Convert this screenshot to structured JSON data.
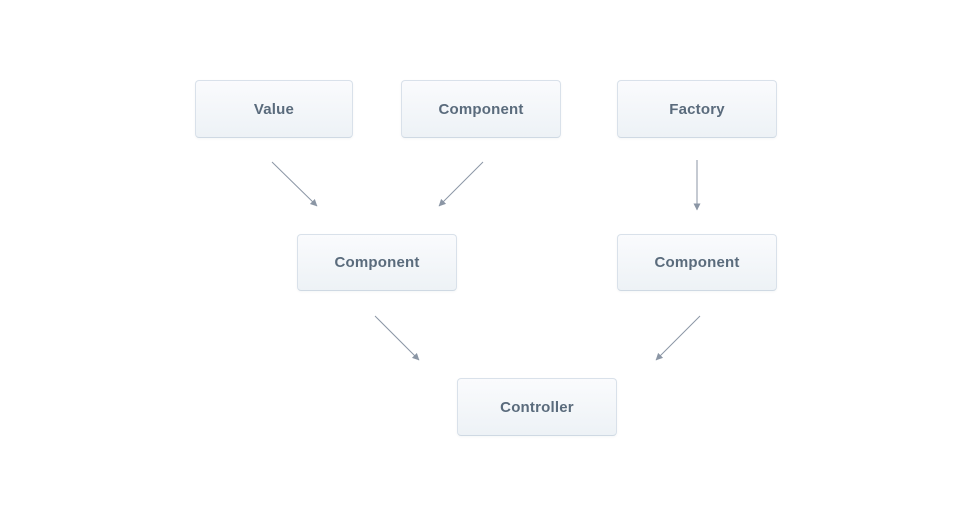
{
  "diagram": {
    "title": "",
    "nodes": [
      {
        "id": "value",
        "label": "Value"
      },
      {
        "id": "component-top",
        "label": "Component"
      },
      {
        "id": "factory",
        "label": "Factory"
      },
      {
        "id": "component-left",
        "label": "Component"
      },
      {
        "id": "component-right",
        "label": "Component"
      },
      {
        "id": "controller",
        "label": "Controller"
      }
    ],
    "edges": [
      {
        "from": "value",
        "to": "component-left"
      },
      {
        "from": "component-top",
        "to": "component-left"
      },
      {
        "from": "factory",
        "to": "component-right"
      },
      {
        "from": "component-left",
        "to": "controller"
      },
      {
        "from": "component-right",
        "to": "controller"
      }
    ],
    "colors": {
      "background": "#ffffff",
      "node_fill_top": "#fafbfd",
      "node_fill_bottom": "#edf2f6",
      "node_border": "#d9e1ea",
      "node_text": "#5a6b7c",
      "arrow": "#8b96a5"
    }
  }
}
